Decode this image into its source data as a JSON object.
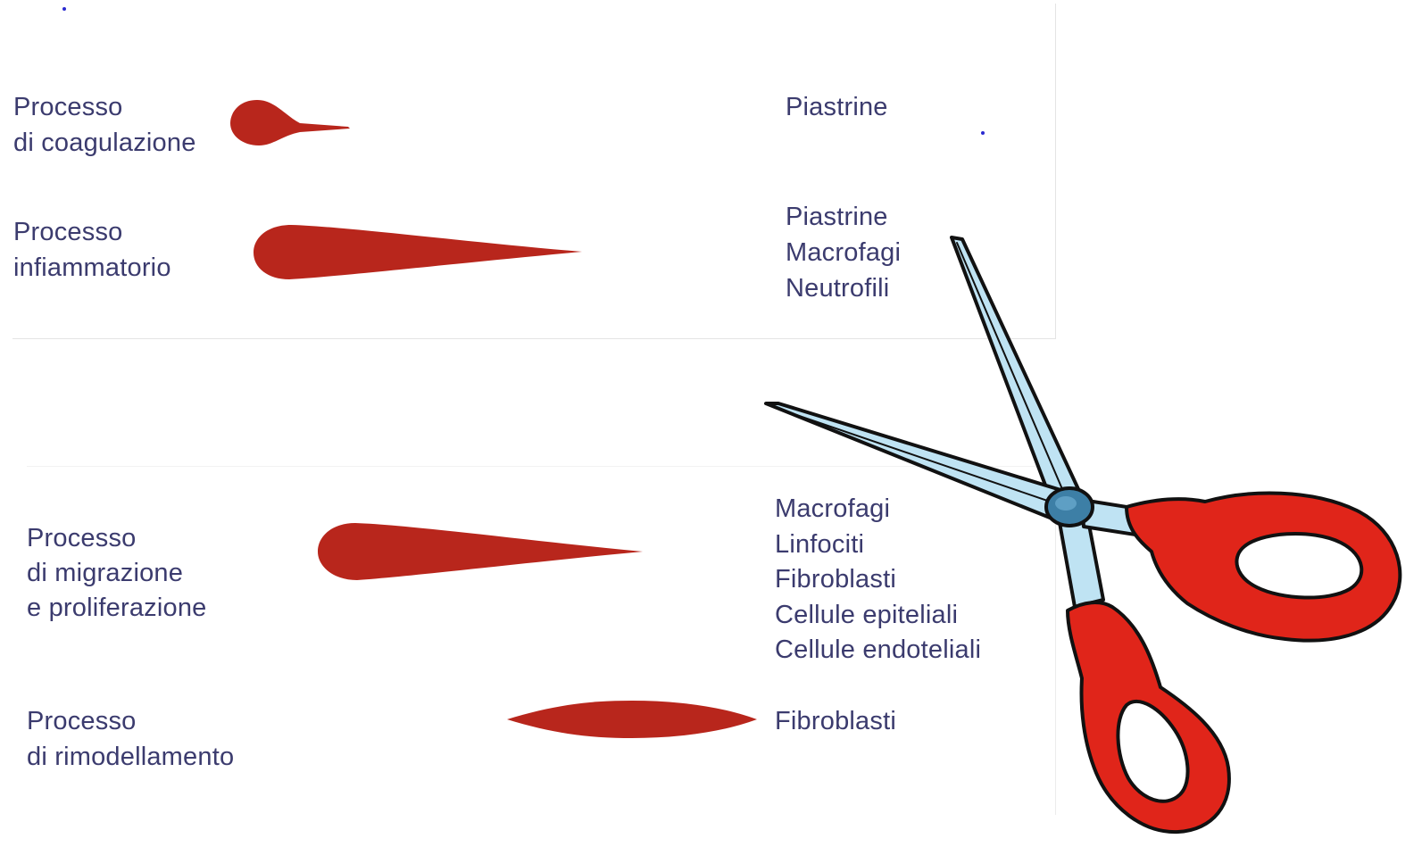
{
  "colors": {
    "shape": "#b8261c",
    "text": "#3b3b6e",
    "scissors_handle": "#e0251a",
    "scissors_blade": "#bfe3f3",
    "scissors_pivot": "#3d7fa6",
    "outline": "#111111"
  },
  "processes": [
    {
      "line1": "Processo",
      "line2": "di coagulazione",
      "cells": [
        "Piastrine"
      ]
    },
    {
      "line1": "Processo",
      "line2": "infiammatorio",
      "cells": [
        "Piastrine",
        "Macrofagi",
        "Neutrofili"
      ]
    },
    {
      "line1": "Processo",
      "line2": "di migrazione",
      "line3": "e proliferazione",
      "cells": [
        "Macrofagi",
        "Linfociti",
        "Fibroblasti",
        "Cellule epiteliali",
        "Cellule endoteliali"
      ]
    },
    {
      "line1": "Processo",
      "line2": "di rimodellamento",
      "cells": [
        "Fibroblasti"
      ]
    }
  ],
  "icons": [
    "scissors-icon"
  ]
}
